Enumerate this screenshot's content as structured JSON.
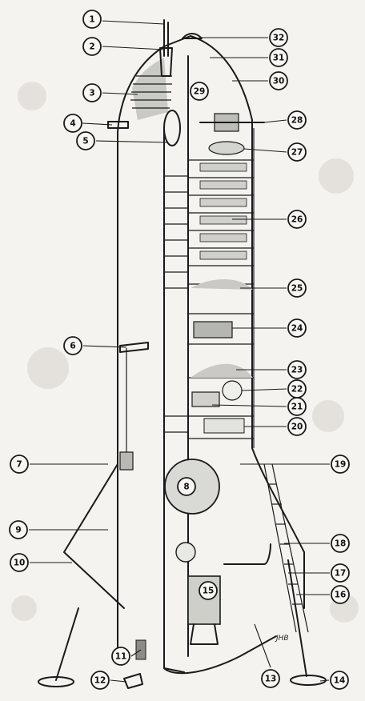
{
  "diagram": {
    "callouts": [
      {
        "id": "c1",
        "text": "1"
      },
      {
        "id": "c2",
        "text": "2"
      },
      {
        "id": "c3",
        "text": "3"
      },
      {
        "id": "c4",
        "text": "4"
      },
      {
        "id": "c5",
        "text": "5"
      },
      {
        "id": "c6",
        "text": "6"
      },
      {
        "id": "c7",
        "text": "7"
      },
      {
        "id": "c8",
        "text": "8"
      },
      {
        "id": "c9",
        "text": "9"
      },
      {
        "id": "c10",
        "text": "10"
      },
      {
        "id": "c11",
        "text": "11"
      },
      {
        "id": "c12",
        "text": "12"
      },
      {
        "id": "c13",
        "text": "13"
      },
      {
        "id": "c14",
        "text": "14"
      },
      {
        "id": "c15",
        "text": "15"
      },
      {
        "id": "c16",
        "text": "16"
      },
      {
        "id": "c17",
        "text": "17"
      },
      {
        "id": "c18",
        "text": "18"
      },
      {
        "id": "c19",
        "text": "19"
      },
      {
        "id": "c20",
        "text": "20"
      },
      {
        "id": "c21",
        "text": "21"
      },
      {
        "id": "c22",
        "text": "22"
      },
      {
        "id": "c23",
        "text": "23"
      },
      {
        "id": "c24",
        "text": "24"
      },
      {
        "id": "c25",
        "text": "25"
      },
      {
        "id": "c26",
        "text": "26"
      },
      {
        "id": "c27",
        "text": "27"
      },
      {
        "id": "c28",
        "text": "28"
      },
      {
        "id": "c29",
        "text": "29"
      },
      {
        "id": "c30",
        "text": "30"
      },
      {
        "id": "c31",
        "text": "31"
      },
      {
        "id": "c32",
        "text": "32"
      }
    ],
    "signature": "JHB"
  }
}
